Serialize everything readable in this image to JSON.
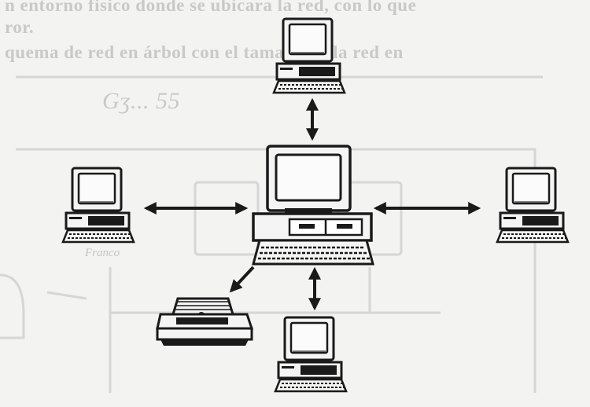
{
  "bleed_through": {
    "line1": "n entorno fisico donde se ubicara la red, con lo que",
    "line2": "ror.",
    "line3": "quema de red en árbol con el tamaño de la red en",
    "handwriting": "Gʒ... 55",
    "ghost_label": "Franco"
  },
  "nodes": [
    {
      "id": "server",
      "kind": "server-computer",
      "icon": "desktop-computer-icon"
    },
    {
      "id": "top",
      "kind": "workstation",
      "icon": "desktop-computer-icon"
    },
    {
      "id": "left",
      "kind": "workstation",
      "icon": "desktop-computer-icon"
    },
    {
      "id": "right",
      "kind": "workstation",
      "icon": "desktop-computer-icon"
    },
    {
      "id": "bottom",
      "kind": "workstation",
      "icon": "desktop-computer-icon"
    },
    {
      "id": "printer",
      "kind": "printer",
      "icon": "dot-matrix-printer-icon"
    }
  ],
  "links": [
    {
      "from": "server",
      "to": "top",
      "direction": "both"
    },
    {
      "from": "server",
      "to": "left",
      "direction": "both"
    },
    {
      "from": "server",
      "to": "right",
      "direction": "both"
    },
    {
      "from": "server",
      "to": "bottom",
      "direction": "both"
    },
    {
      "from": "server",
      "to": "printer",
      "direction": "to"
    }
  ],
  "colors": {
    "ink": "#1a1a1a",
    "paper": "#f3f3f1",
    "ghost": "#cfcfcf"
  }
}
